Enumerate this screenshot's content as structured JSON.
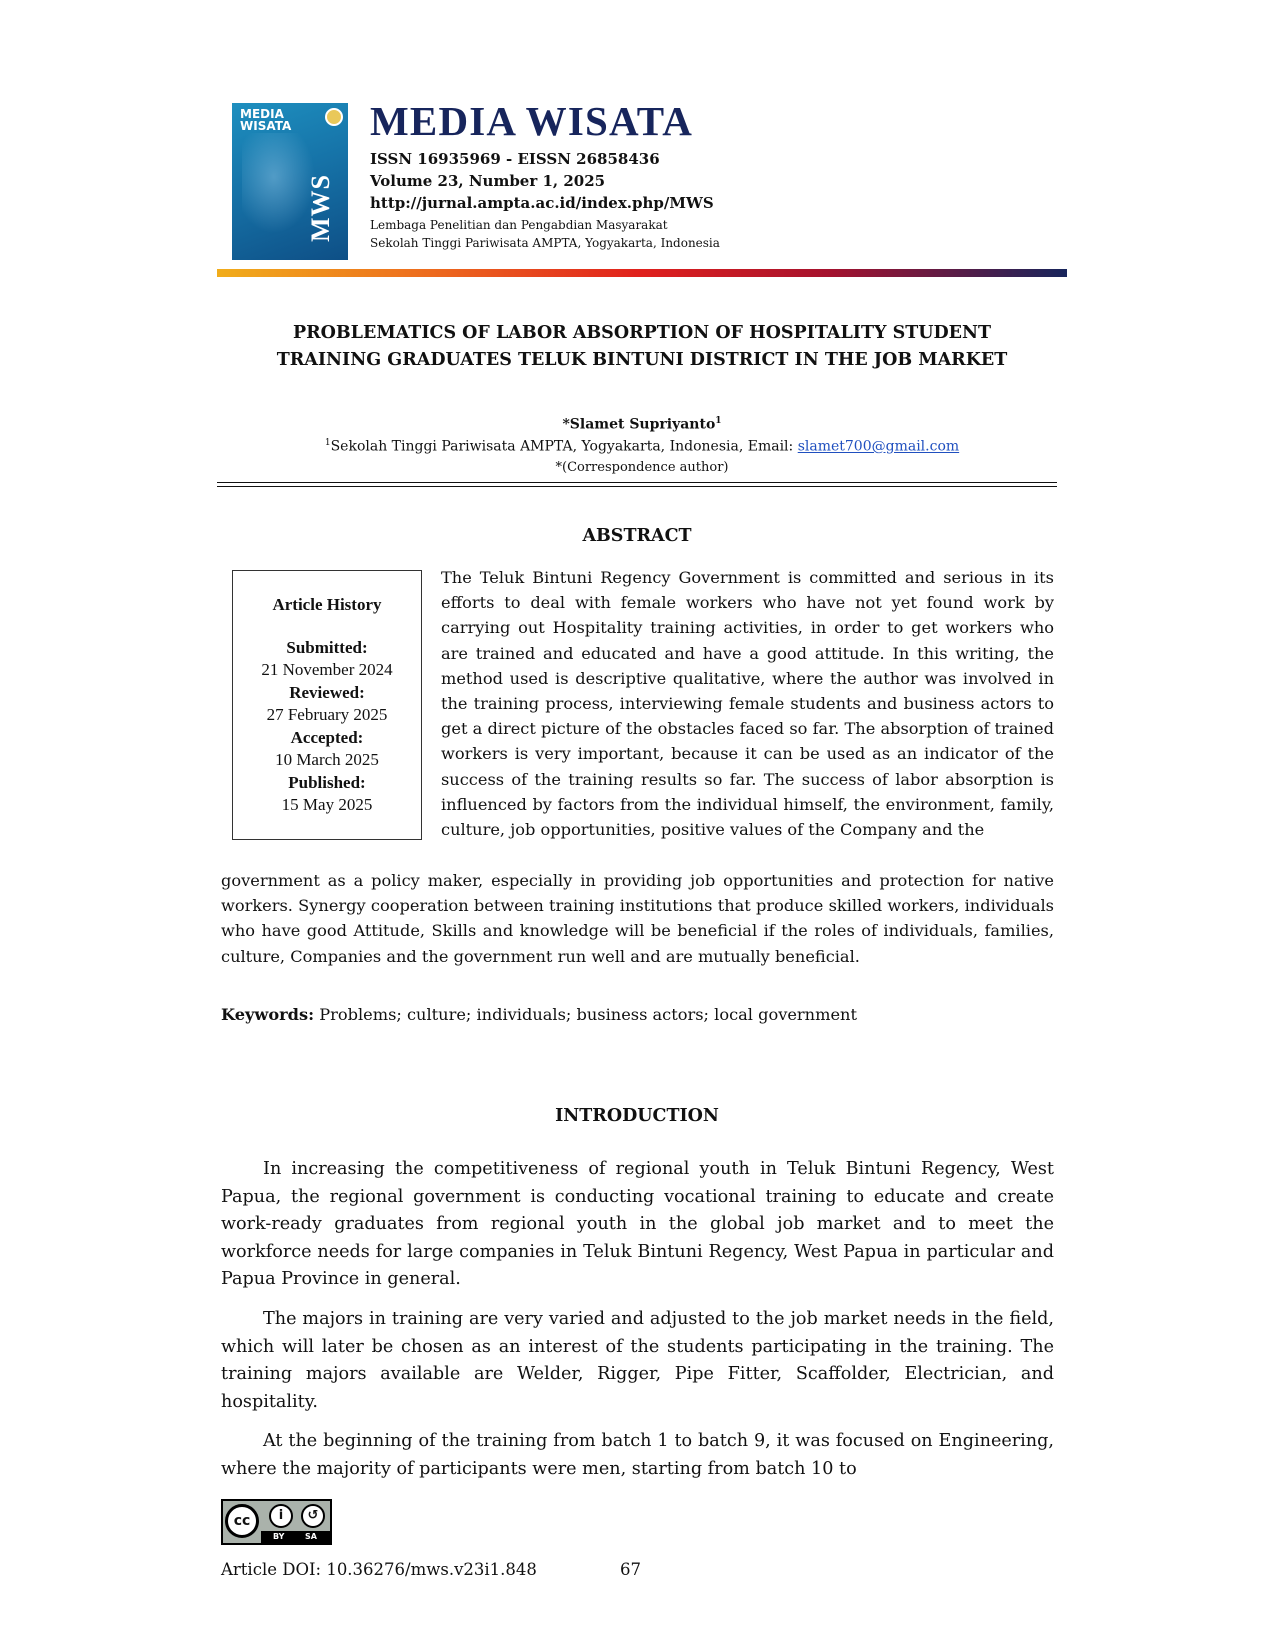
{
  "header": {
    "cover": {
      "title_line1": "MEDIA",
      "title_line2": "WISATA",
      "side_text": "MWS"
    },
    "journal_title": "MEDIA WISATA",
    "issn": "ISSN 16935969 - EISSN 26858436",
    "volume": "Volume 23, Number 1, 2025",
    "url": "http://jurnal.ampta.ac.id/index.php/MWS",
    "institution_line1": "Lembaga Penelitian dan Pengabdian Masyarakat",
    "institution_line2": "Sekolah Tinggi Pariwisata AMPTA, Yogyakarta, Indonesia"
  },
  "article": {
    "title_line1": "PROBLEMATICS OF LABOR ABSORPTION OF HOSPITALITY STUDENT",
    "title_line2": "TRAINING GRADUATES TELUK BINTUNI  DISTRICT IN THE JOB MARKET",
    "author": "*Slamet Supriyanto",
    "author_sup": "1",
    "affiliation_sup": "1",
    "affiliation": "Sekolah Tinggi Pariwisata AMPTA, Yogyakarta, Indonesia, Email: ",
    "email": "slamet700@gmail.com",
    "correspondence": "*(Correspondence author)"
  },
  "abstract": {
    "heading": "ABSTRACT",
    "text_side": "The Teluk Bintuni Regency Government is committed and serious in its efforts to deal with female workers who have not yet found work by carrying out Hospitality training activities, in order to get workers who are trained and educated and have a good attitude. In this writing, the method used is descriptive qualitative, where the author was involved in the training process, interviewing female students and business actors to get a direct picture of the obstacles faced so far. The absorption of trained workers is very important, because it can be used as an indicator of the success of the training results so far. The success of labor absorption is influenced by factors from the individual himself, the environment, family, culture, job opportunities, positive values of the Company and the",
    "text_full": "government as a policy maker, especially in providing job opportunities and protection for native workers. Synergy cooperation between training institutions that produce skilled workers, individuals who have good Attitude, Skills and knowledge will be beneficial if the roles of individuals, families, culture, Companies and the government run well and are mutually beneficial.",
    "keywords_label": "Keywords:",
    "keywords": " Problems; culture; individuals; business actors; local government"
  },
  "history": {
    "heading": "Article History",
    "submitted_label": "Submitted:",
    "submitted": "21 November 2024",
    "reviewed_label": "Reviewed:",
    "reviewed": "27 February 2025",
    "accepted_label": "Accepted:",
    "accepted": "10 March 2025",
    "published_label": "Published:",
    "published": "15 May 2025"
  },
  "introduction": {
    "heading": "INTRODUCTION",
    "p1": "In increasing the competitiveness of regional youth in Teluk Bintuni Regency, West Papua, the regional government is conducting vocational training to educate and create work-ready graduates from regional youth in the global job market and to meet the workforce needs for large companies in Teluk Bintuni Regency, West Papua in particular and Papua Province in general.",
    "p2": "The majors in training are very varied and adjusted to the job market needs in the field, which will later be chosen as an interest of the students participating in the training. The training majors available are Welder, Rigger, Pipe Fitter, Scaffolder, Electrician, and hospitality.",
    "p3": "At the beginning of the training from batch 1 to batch 9, it was focused on Engineering, where the majority of participants were men, starting from batch 10 to"
  },
  "footer": {
    "license": {
      "cc": "cc",
      "by": "BY",
      "sa": "SA"
    },
    "doi": "Article DOI: 10.36276/mws.v23i1.848",
    "page": "67"
  }
}
